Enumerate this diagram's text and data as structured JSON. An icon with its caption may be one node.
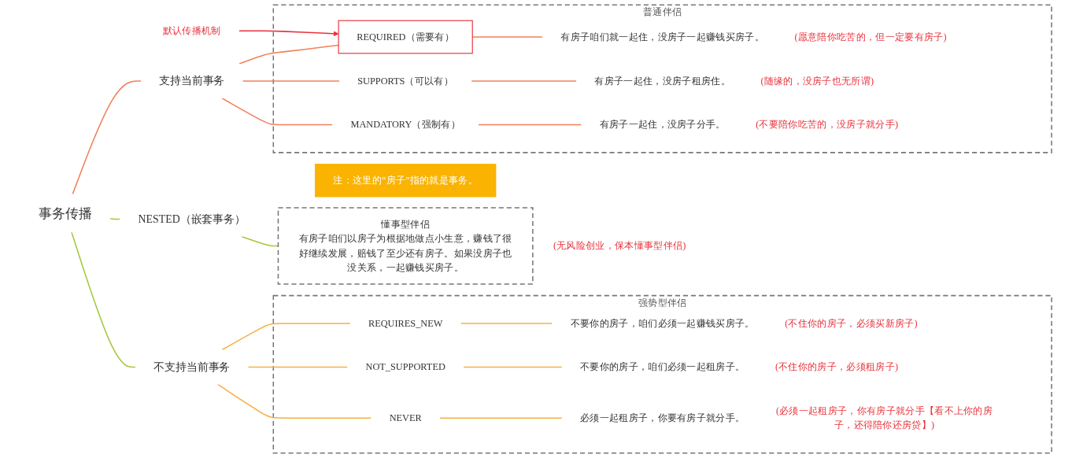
{
  "diagram": {
    "nodes": [
      {
        "text": [
          "事务传播"
        ]
      },
      {
        "text": [
          "支持当前事务"
        ]
      },
      {
        "text": [
          "不支持当前事务"
        ]
      },
      {
        "text": [
          "NESTED（嵌套事务）"
        ]
      },
      {
        "text": [
          "普通伴侣"
        ]
      },
      {
        "text": [
          "REQUIRED（需要有）"
        ],
        "in": 4
      },
      {
        "text": [
          "有房子咱们就一起住，没房子一起赚钱买房子。"
        ],
        "in": 4,
        "beside": [
          "(愿意陪你吃苦的，但一定要有房子)"
        ]
      },
      {
        "text": [
          "SUPPORTS（可以有）"
        ],
        "in": 4
      },
      {
        "text": [
          "有房子一起住，没房子租房住。"
        ],
        "in": 4,
        "beside": [
          "(随缘的，没房子也无所谓)"
        ]
      },
      {
        "text": [
          "MANDATORY（强制有）"
        ],
        "in": 4
      },
      {
        "text": [
          "有房子一起住，没房子分手。"
        ],
        "in": 4,
        "beside": [
          "(不要陪你吃苦的，没房子就分手)"
        ]
      },
      {
        "text": [
          "默认传播机制"
        ]
      },
      {
        "text": [
          "强势型伴侣"
        ]
      },
      {
        "text": [
          "REQUIRES_NEW"
        ],
        "in": 12
      },
      {
        "text": [
          "不要你的房子，咱们必须一起赚钱买房子。"
        ],
        "in": 12,
        "beside": [
          "(不住你的房子，必须买新房子)"
        ]
      },
      {
        "text": [
          "NOT_SUPPORTED"
        ],
        "in": 12
      },
      {
        "text": [
          "不要你的房子，咱们必须一起租房子。"
        ],
        "in": 12,
        "beside": [
          "(不住你的房子，必须租房子)"
        ]
      },
      {
        "text": [
          "NEVER"
        ],
        "in": 12
      },
      {
        "text": [
          "必须一起租房子，你要有房子就分手。"
        ],
        "in": 12,
        "beside": [
          "(必须一起租房子，你有房子就分手【看不上你的房子，还得陪你还房贷】)"
        ]
      },
      {
        "text": [
          "懂事型伴侣",
          "有房子咱们以房子为根据地做点小生意，赚钱了很好继续发展，赔钱了至少还有房子。如果没房子也没关系，一起赚钱买房子。"
        ],
        "beside": [
          "(无风险创业，保本懂事型伴侣)"
        ]
      },
      {
        "text": [
          "注：这里的“房子”指的就是事务。"
        ]
      }
    ],
    "edges": [
      {
        "from": 0,
        "to": 1,
        "arrow": "none"
      },
      {
        "from": 0,
        "to": 2,
        "arrow": "none",
        "color": "#a5c83c"
      },
      {
        "from": 0,
        "to": 3,
        "arrow": "none",
        "color": "#a5c83c"
      },
      {
        "from": 1,
        "to": 5,
        "arrow": "none"
      },
      {
        "from": 1,
        "to": 7,
        "arrow": "none"
      },
      {
        "from": 1,
        "to": 9,
        "arrow": "none"
      },
      {
        "from": 5,
        "to": 6,
        "arrow": "none"
      },
      {
        "from": 7,
        "to": 8,
        "arrow": "none"
      },
      {
        "from": 9,
        "to": 10,
        "arrow": "none"
      },
      {
        "from": 11,
        "to": 5,
        "arrow": "to",
        "color": "#e8323c"
      },
      {
        "from": 2,
        "to": 13,
        "arrow": "none",
        "color": "#f5b041"
      },
      {
        "from": 2,
        "to": 15,
        "arrow": "none",
        "color": "#f5b041"
      },
      {
        "from": 2,
        "to": 17,
        "arrow": "none",
        "color": "#f5b041"
      },
      {
        "from": 13,
        "to": 14,
        "arrow": "none",
        "color": "#f5b041"
      },
      {
        "from": 15,
        "to": 16,
        "arrow": "none",
        "color": "#f5b041"
      },
      {
        "from": 17,
        "to": 18,
        "arrow": "none",
        "color": "#f5b041"
      },
      {
        "from": 3,
        "to": 19,
        "arrow": "none",
        "color": "#a5c83c"
      }
    ]
  }
}
